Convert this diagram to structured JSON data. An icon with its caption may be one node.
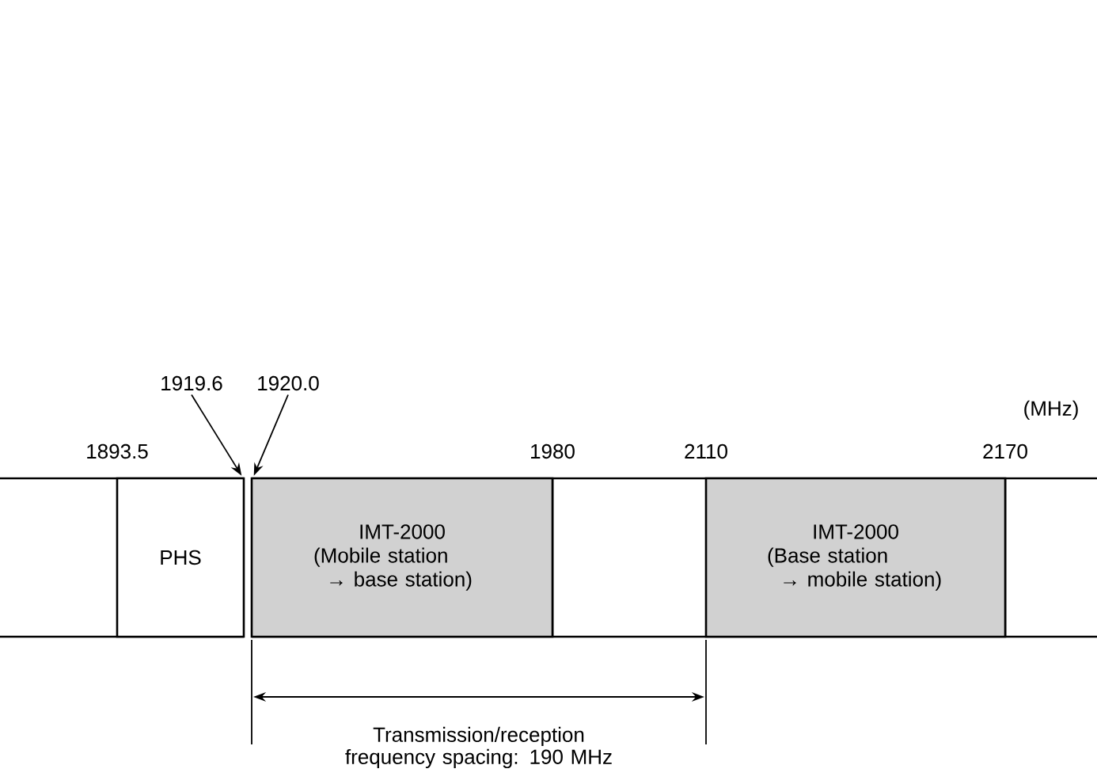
{
  "diagram": {
    "nodes": [
      {
        "text": [
          "PHS"
        ]
      },
      {
        "text": [
          "IMT-2000",
          "(Mobile station → base station)"
        ]
      },
      {
        "text": [
          "IMT-2000",
          "(Base station → mobile station)"
        ]
      },
      {
        "text": [
          "1919.6"
        ]
      },
      {
        "text": [
          "1920.0"
        ]
      }
    ],
    "edges": [
      {
        "from": 3,
        "to": 0,
        "arrow": "to"
      },
      {
        "from": 4,
        "to": 1,
        "arrow": "to"
      }
    ],
    "labels": [
      "(MHz)",
      "1893.5",
      "1980",
      "2110",
      "2170",
      "Transmission/reception frequency spacing: 190 MHz"
    ]
  }
}
